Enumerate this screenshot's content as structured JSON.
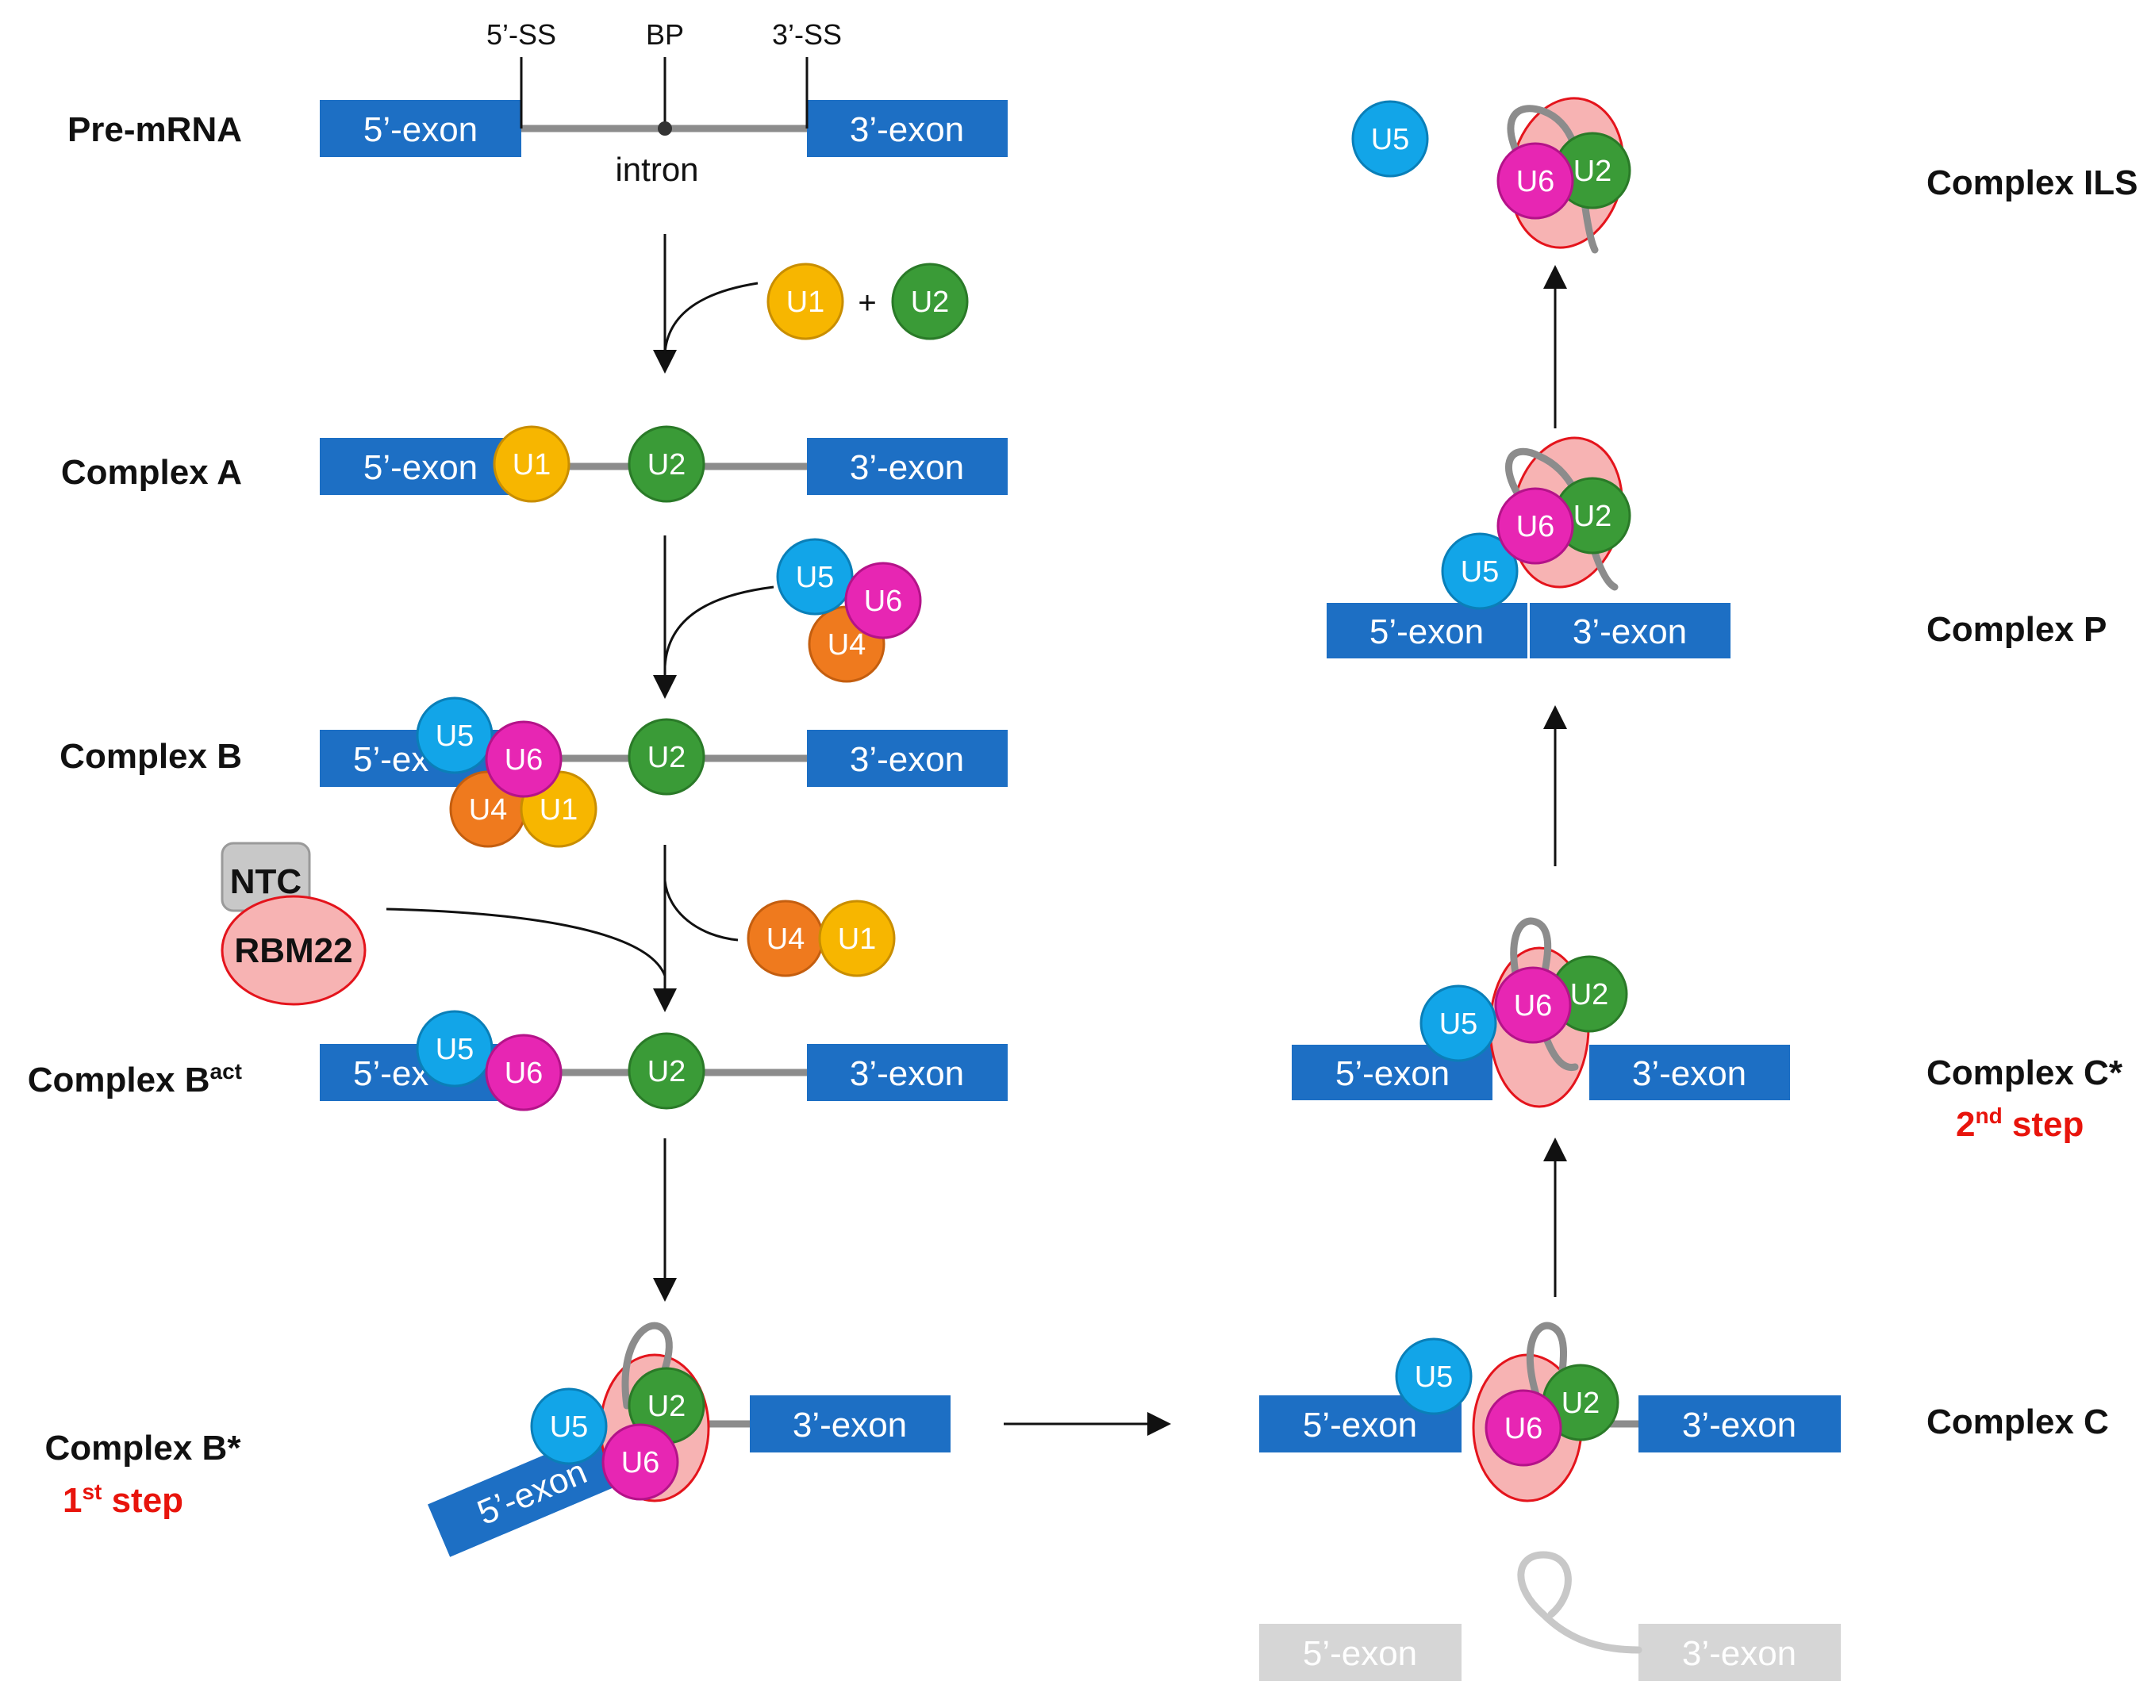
{
  "stages": {
    "pre_mrna": "Pre-mRNA",
    "complex_a": "Complex A",
    "complex_b": "Complex B",
    "complex_bact": "Complex B",
    "complex_bact_sup": "act",
    "complex_bstar": "Complex B*",
    "complex_c": "Complex C",
    "complex_cstar": "Complex C*",
    "complex_p": "Complex P",
    "complex_ils": "Complex ILS"
  },
  "steps": {
    "first_num": "1",
    "first_sup": "st",
    "first_word": " step",
    "second_num": "2",
    "second_sup": "nd",
    "second_word": " step"
  },
  "sites": {
    "five_ss": "5’-SS",
    "bp": "BP",
    "three_ss": "3’-SS",
    "intron": "intron"
  },
  "labels": {
    "exon5": "5’-exon",
    "exon5_trunc": "5’-ex",
    "exon3": "3’-exon",
    "plus": "+",
    "ntc": "NTC",
    "rbm22": "RBM22"
  },
  "snrnps": {
    "u1": "U1",
    "u2": "U2",
    "u4": "U4",
    "u5": "U5",
    "u6": "U6"
  },
  "colors": {
    "exon": "#1d6fc4",
    "intron": "#8c8c8c",
    "u1": "#f7b600",
    "u2": "#3a9b37",
    "u4": "#ef7a1e",
    "u5": "#12a5e8",
    "u6": "#e726b3",
    "rbm22_fill": "#f7b3b3",
    "rbm22_stroke": "#e4141c",
    "ntc_fill": "#c8c8c8",
    "faded": "#d6d6d6",
    "step_red": "#e8140c"
  }
}
